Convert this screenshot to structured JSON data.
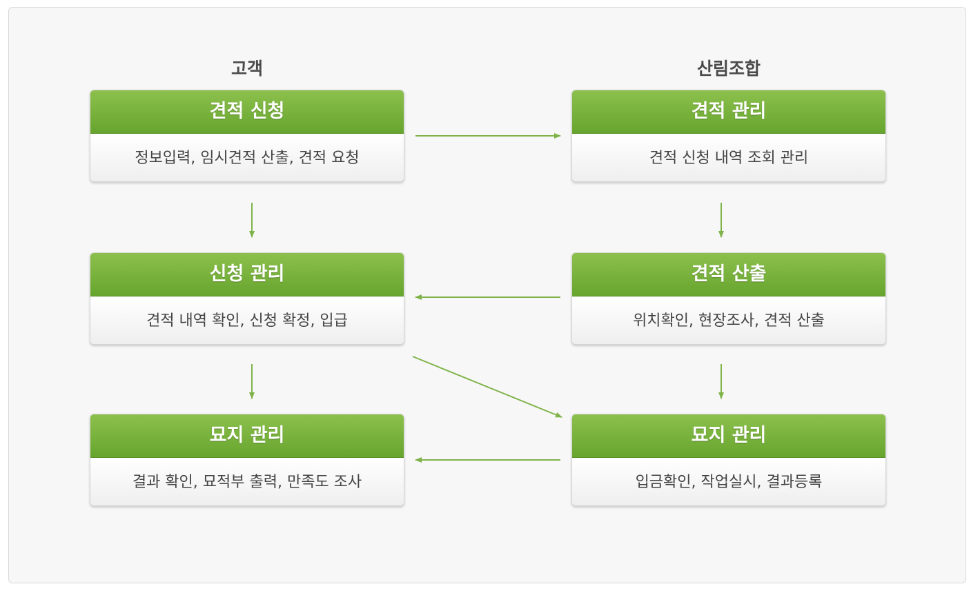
{
  "columns": {
    "left": "고객",
    "right": "산림조합"
  },
  "boxes": {
    "l1": {
      "title": "견적 신청",
      "desc": "정보입력, 임시견적 산출, 견적 요청"
    },
    "l2": {
      "title": "신청 관리",
      "desc": "견적 내역 확인, 신청 확정, 입급"
    },
    "l3": {
      "title": "묘지 관리",
      "desc": "결과 확인, 묘적부 출력, 만족도 조사"
    },
    "r1": {
      "title": "견적 관리",
      "desc": "견적 신청 내역 조회 관리"
    },
    "r2": {
      "title": "견적 산출",
      "desc": "위치확인, 현장조사, 견적 산출"
    },
    "r3": {
      "title": "묘지 관리",
      "desc": "입금확인, 작업실시, 결과등록"
    }
  },
  "colors": {
    "header_green": "#6aa834",
    "arrow_green": "#7fb34a",
    "panel_bg": "#f7f7f7"
  }
}
